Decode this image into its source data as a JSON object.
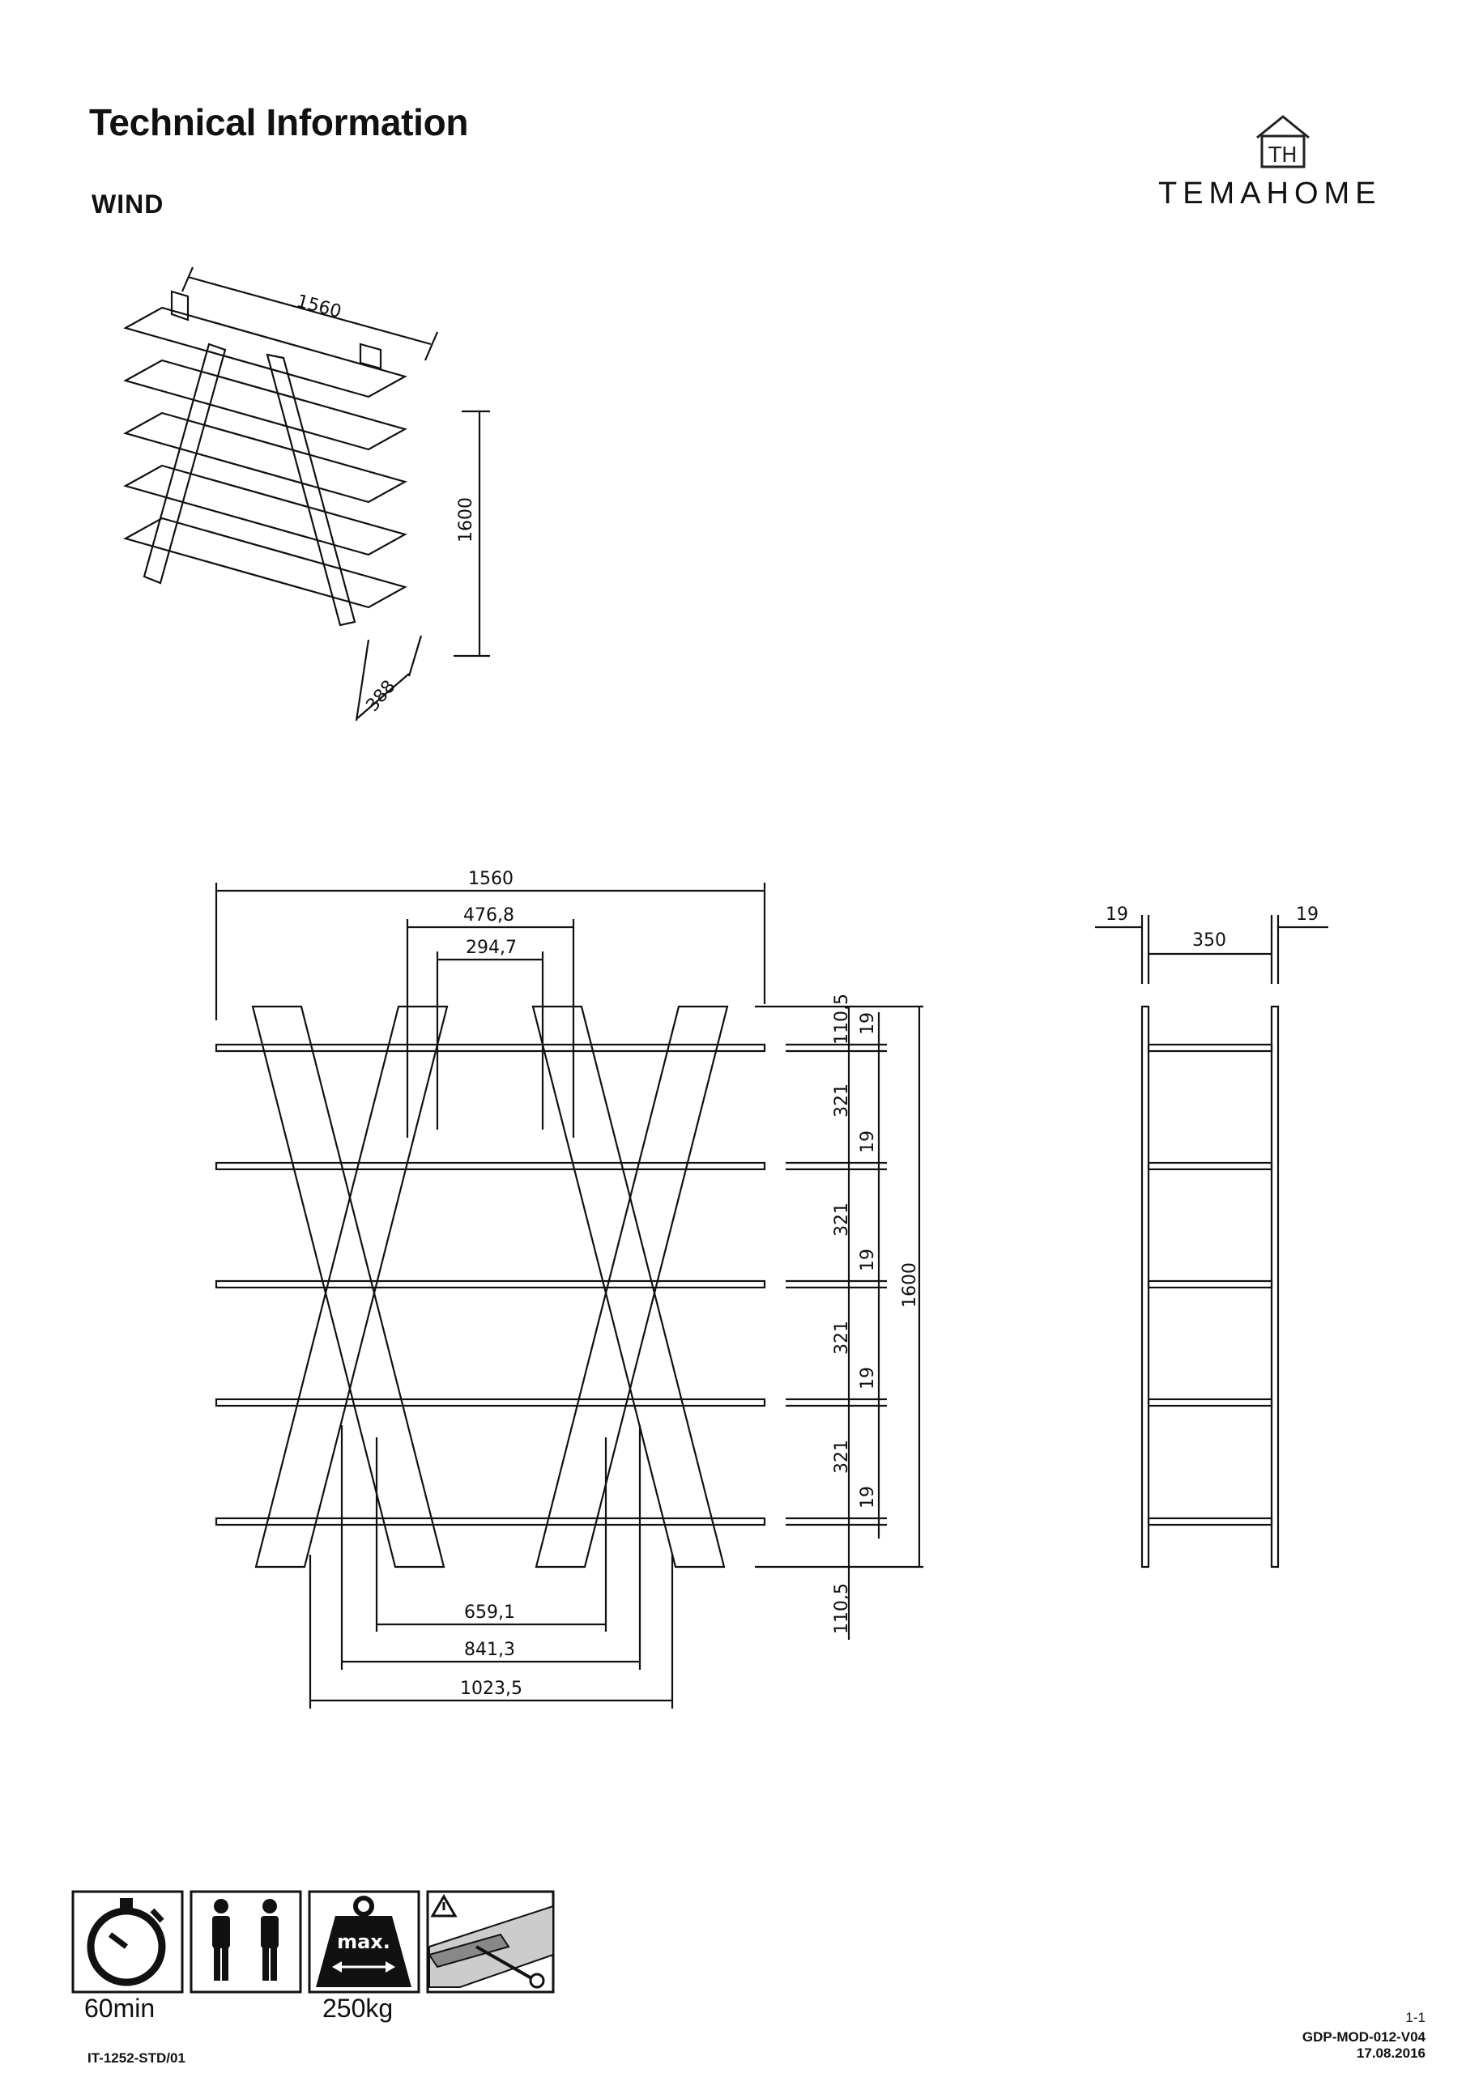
{
  "header": {
    "title": "Technical Information",
    "product": "WIND",
    "brand": "TEMAHOME",
    "logo_letters": "TH"
  },
  "isometric": {
    "width": "1560",
    "height": "1600",
    "depth": "388"
  },
  "front_view": {
    "total_width": "1560",
    "outer_top_span": "476,8",
    "inner_top_span": "294,7",
    "bottom_span_inner": "659,1",
    "bottom_span_mid": "841,3",
    "bottom_span_outer": "1023,5",
    "total_height": "1600",
    "top_offset": "110,5",
    "bottom_offset": "110,5",
    "shelf_gap": "321",
    "shelf_thickness": "19"
  },
  "side_view": {
    "left_thickness": "19",
    "right_thickness": "19",
    "depth": "350"
  },
  "assembly_info": {
    "time": "60min",
    "max_label": "max.",
    "max_load": "250kg"
  },
  "icons": [
    "stopwatch-icon",
    "two-persons-icon",
    "weight-icon",
    "wall-fixing-warning-icon"
  ],
  "footer": {
    "page": "1-1",
    "doc_code": "GDP-MOD-012-V04",
    "date": "17.08.2016",
    "article_code": "IT-1252-STD/01"
  }
}
